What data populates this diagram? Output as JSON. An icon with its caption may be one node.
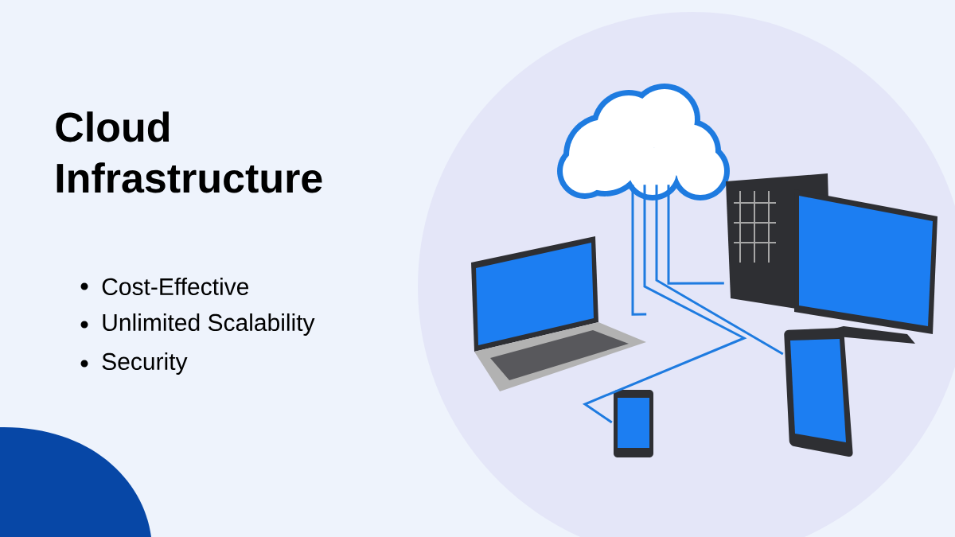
{
  "diagram": {
    "title": "Cloud Infrastructure",
    "nodes": [
      {
        "text": [],
        "shape": "cloud"
      },
      {
        "text": [],
        "shape": "picture"
      },
      {
        "text": [],
        "shape": "picture"
      },
      {
        "text": [],
        "shape": "picture"
      },
      {
        "text": [],
        "shape": "picture"
      }
    ],
    "edges": [
      {
        "from": 0,
        "to": 1,
        "arrow": "none"
      },
      {
        "from": 0,
        "to": 2,
        "arrow": "none"
      },
      {
        "from": 0,
        "to": 3,
        "arrow": "none"
      },
      {
        "from": 0,
        "to": 4,
        "arrow": "none"
      }
    ],
    "labels": [
      "Cost-Effective",
      "Unlimited Scalability",
      "Security"
    ]
  }
}
